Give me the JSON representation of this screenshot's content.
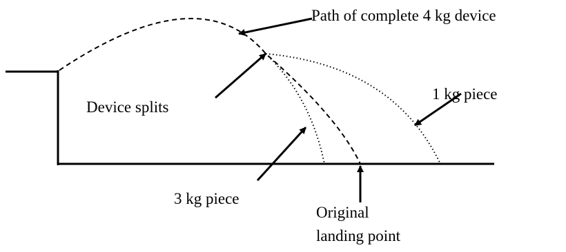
{
  "labels": {
    "complete_path": "Path of complete 4 kg device",
    "split": "Device splits",
    "piece_1kg": "1 kg piece",
    "piece_3kg": "3 kg piece",
    "landing_line1": "Original",
    "landing_line2": "landing point"
  },
  "colors": {
    "ink": "#000000",
    "background": "#ffffff"
  }
}
